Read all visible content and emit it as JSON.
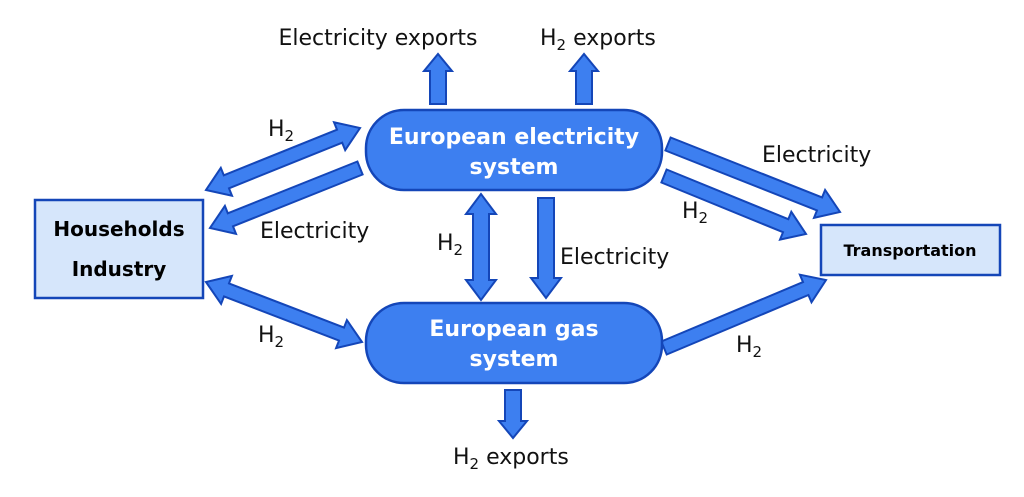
{
  "nodes": {
    "electricity_system": {
      "line1": "European electricity",
      "line2": "system"
    },
    "gas_system": {
      "line1": "European gas",
      "line2": "system"
    },
    "households": {
      "line1": "Households",
      "line2": "Industry"
    },
    "transportation": {
      "label": "Transportation"
    }
  },
  "labels": {
    "electricity_exports": "Electricity exports",
    "h2_exports_top": {
      "main": "H",
      "sub": "2",
      "rest": " exports"
    },
    "h2_exports_bottom": {
      "main": "H",
      "sub": "2",
      "rest": " exports"
    },
    "h2_households_elec": {
      "main": "H",
      "sub": "2"
    },
    "electricity_households": "Electricity",
    "electricity_transport": "Electricity",
    "h2_elec_transport": {
      "main": "H",
      "sub": "2"
    },
    "h2_vertical": {
      "main": "H",
      "sub": "2"
    },
    "electricity_vertical": "Electricity",
    "h2_households_gas": {
      "main": "H",
      "sub": "2"
    },
    "h2_gas_transport": {
      "main": "H",
      "sub": "2"
    }
  },
  "colors": {
    "node_fill": "#3d7ff0",
    "node_stroke": "#1446b8",
    "box_fill": "#d6e6fb",
    "box_stroke": "#1446b8",
    "arrow_fill": "#3d7ff0",
    "arrow_stroke": "#1446b8"
  }
}
